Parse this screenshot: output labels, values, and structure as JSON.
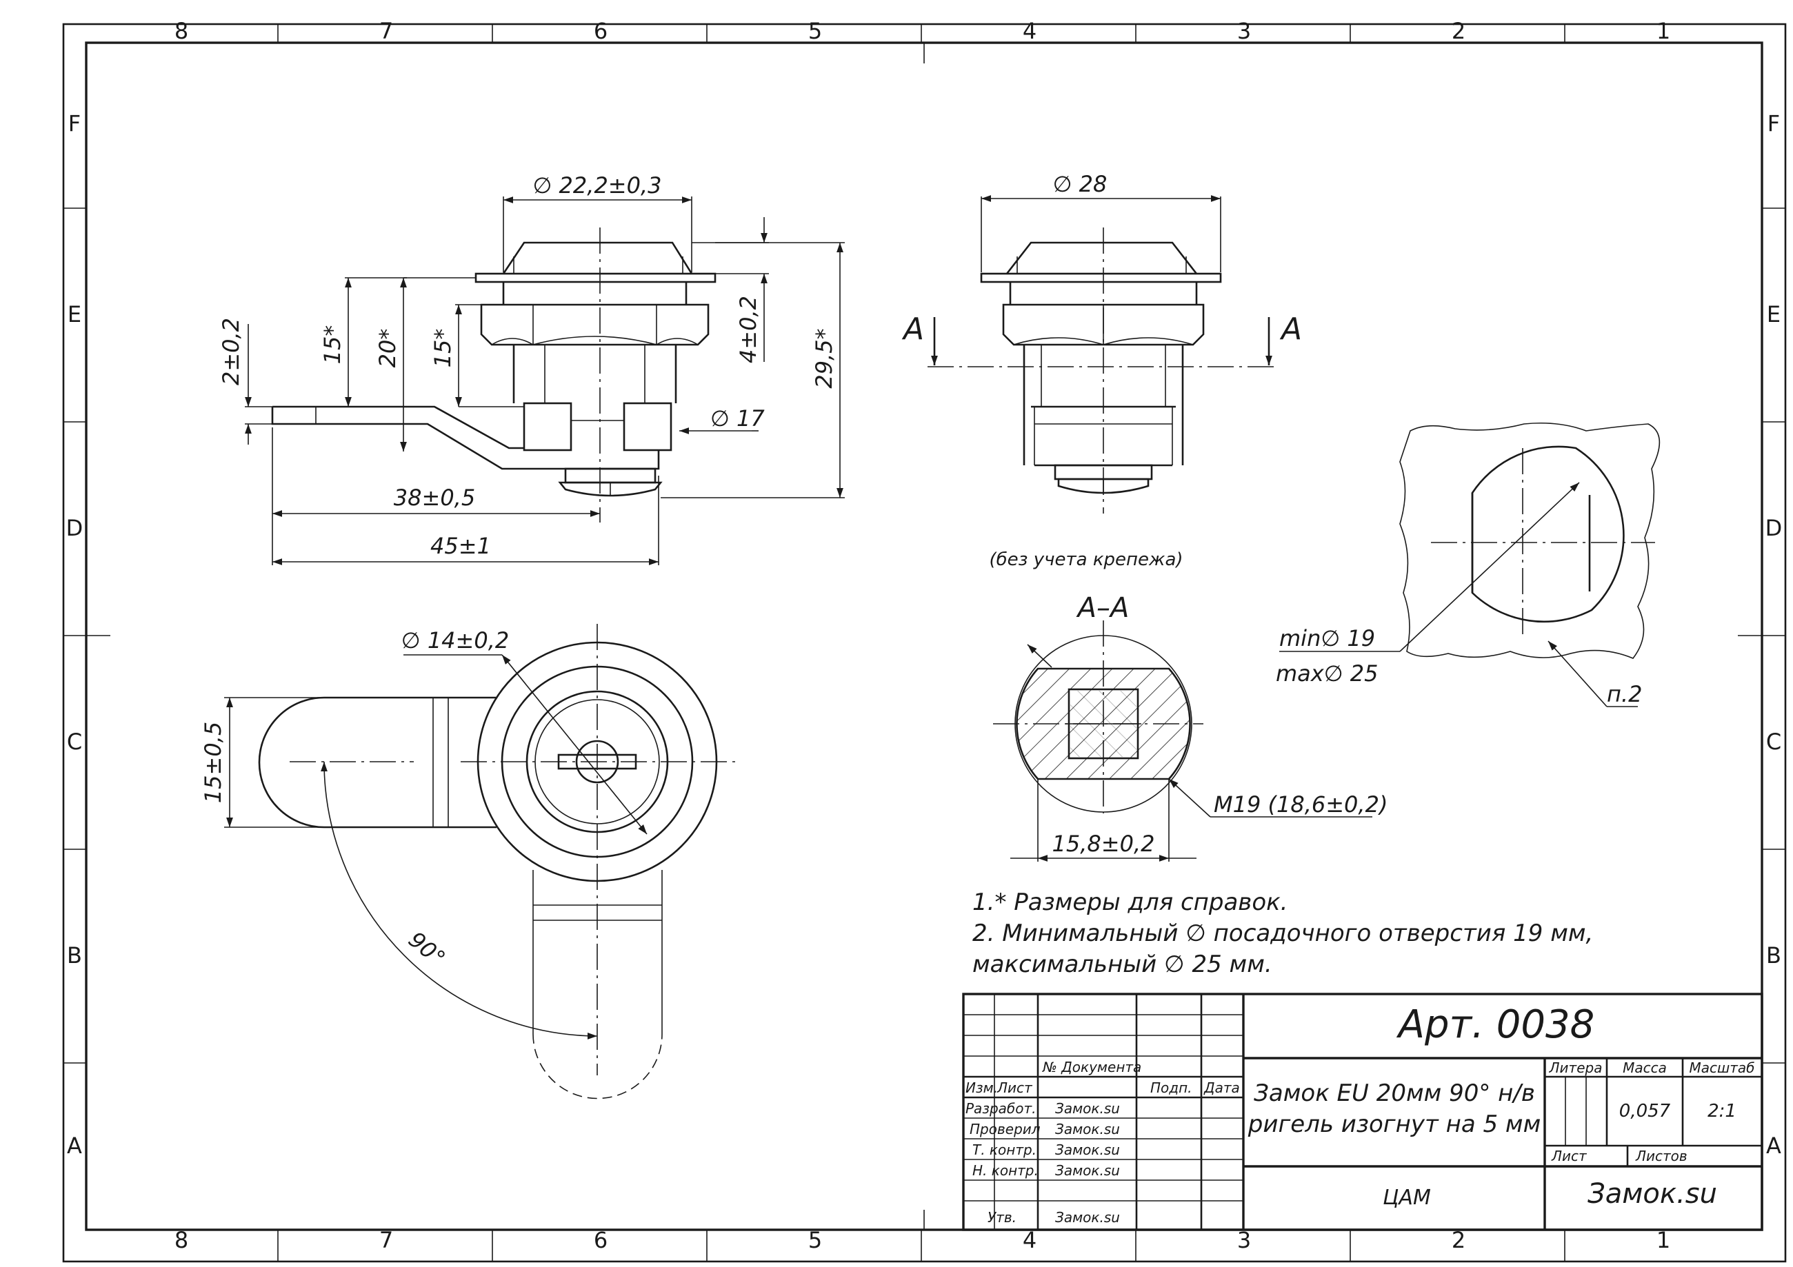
{
  "grid": {
    "columns_top": [
      "8",
      "7",
      "6",
      "5",
      "4",
      "3",
      "2",
      "1"
    ],
    "columns_bottom": [
      "8",
      "7",
      "6",
      "5",
      "4",
      "3",
      "2",
      "1"
    ],
    "rows_left": [
      "F",
      "E",
      "D",
      "C",
      "B",
      "A"
    ],
    "rows_right": [
      "F",
      "E",
      "D",
      "C",
      "B",
      "A"
    ]
  },
  "front_view": {
    "dims": {
      "dia_top": "∅ 22,2±0,3",
      "h_15a": "15*",
      "h_20": "20*",
      "h_15b": "15*",
      "h_2": "2±0,2",
      "h_4": "4±0,2",
      "h_295": "29,5*",
      "dia_17": "∅ 17",
      "len_38": "38±0,5",
      "len_45": "45±1"
    }
  },
  "side_view": {
    "dia_28": "∅ 28",
    "section_mark_left": "A",
    "section_mark_right": "A",
    "note": "(без учета крепежа)"
  },
  "top_view": {
    "dia_14": "∅ 14±0,2",
    "width_15": "15±0,5",
    "angle": "90°"
  },
  "section": {
    "title": "А–А",
    "thread": "M19  (18,6±0,2)",
    "flat": "15,8±0,2"
  },
  "cutout": {
    "min": "min∅ 19",
    "max": "max∅ 25",
    "ref": "п.2"
  },
  "notes": [
    "1.* Размеры для справок.",
    "2. Минимальный ∅ посадочного отверстия 19 мм,",
    "максимальный ∅  25 мм."
  ],
  "title_block": {
    "article": "Арт. 0038",
    "name_line1": "Замок EU 20мм 90° н/в",
    "name_line2": "ригель изогнут на 5 мм",
    "hdr_izm": "Изм.",
    "hdr_list": "Лист",
    "hdr_doc": "№ Документа",
    "hdr_podp": "Подп.",
    "hdr_data": "Дата",
    "roles": [
      "Разработ.",
      "Проверил",
      "Т. контр.",
      "Н. контр.",
      "Утв."
    ],
    "signers": [
      "Замок.su",
      "Замок.su",
      "Замок.su",
      "Замок.su",
      "Замок.su"
    ],
    "litera_label": "Литера",
    "massa_label": "Масса",
    "masshtab_label": "Масштаб",
    "massa_value": "0,057",
    "masshtab_value": "2:1",
    "list_label": "Лист",
    "listov_label": "Листов",
    "dept": "ЦАМ",
    "company": "Замок.su"
  }
}
